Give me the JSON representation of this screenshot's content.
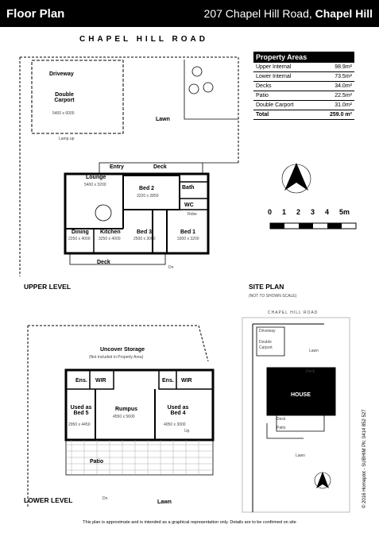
{
  "header": {
    "title": "Floor Plan",
    "address_street": "207 Chapel Hill Road,",
    "address_suburb": "Chapel Hill"
  },
  "road_label_top": "CHAPEL HILL ROAD",
  "upper": {
    "section_label": "UPPER LEVEL",
    "driveway": "Driveway",
    "carport": "Double Carport",
    "carport_dims": "5400 x 6000",
    "lamp_up": "Lamp up",
    "lawn": "Lawn",
    "entry": "Entry",
    "deck_top": "Deck",
    "lounge": "Lounge",
    "lounge_dims": "5400 x 3200",
    "bed2": "Bed 2",
    "bed2_dims": "3220 x 2850",
    "bath": "Bath",
    "wc": "WC",
    "robe": "Robe",
    "dining": "Dining",
    "dining_dims": "2250 x 4000",
    "kitchen": "Kitchen",
    "kitchen_dims": "3250 x 4000",
    "bed3": "Bed 3",
    "bed3_dims": "2500 x 3000",
    "bed1": "Bed 1",
    "bed1_dims": "3300 x 3200",
    "deck_bottom": "Deck",
    "dn": "Dn"
  },
  "areas": {
    "heading": "Property Areas",
    "rows": [
      {
        "label": "Upper Internal",
        "value": "98.9m²"
      },
      {
        "label": "Lower Internal",
        "value": "73.5m²"
      },
      {
        "label": "Decks",
        "value": "34.0m²"
      },
      {
        "label": "Patio",
        "value": "22.5m²"
      },
      {
        "label": "Double Carport",
        "value": "31.0m²"
      }
    ],
    "total_label": "Total",
    "total_value": "259.0 m²"
  },
  "scale": {
    "ticks": [
      "0",
      "1",
      "2",
      "3",
      "4",
      "5m"
    ]
  },
  "site": {
    "section_label": "SITE PLAN",
    "note": "(NOT TO SHOWN SCALE)",
    "road": "CHAPEL HILL ROAD",
    "driveway": "Driveway",
    "carport": "Double Carport",
    "lawn_top": "Lawn",
    "deck_top": "Deck",
    "house": "HOUSE",
    "deck_bottom": "Deck",
    "patio": "Patio",
    "lawn_bottom": "Lawn"
  },
  "lower": {
    "section_label": "LOWER LEVEL",
    "storage": "Uncover Storage",
    "storage_note": "(Not included in Property Area)",
    "ens1": "Ens.",
    "wir1": "WIR",
    "ens2": "Ens.",
    "wir2": "WIR",
    "bed5": "Used as Bed 5",
    "bed5_dims": "2950 x 4450",
    "rumpus": "Rumpus",
    "rumpus_dims": "4550 x 5600",
    "bed4": "Used as Bed 4",
    "bed4_dims": "4050 x 3000",
    "patio": "Patio",
    "lawn": "Lawn",
    "dn": "Dn",
    "up": "Up"
  },
  "footer": "This plan is approximate and is intended as a graphical representation only. Details are to be confirmed on site",
  "credit": "© 2016 Homeplot - SUBHIM Ph: 0414 852 527"
}
